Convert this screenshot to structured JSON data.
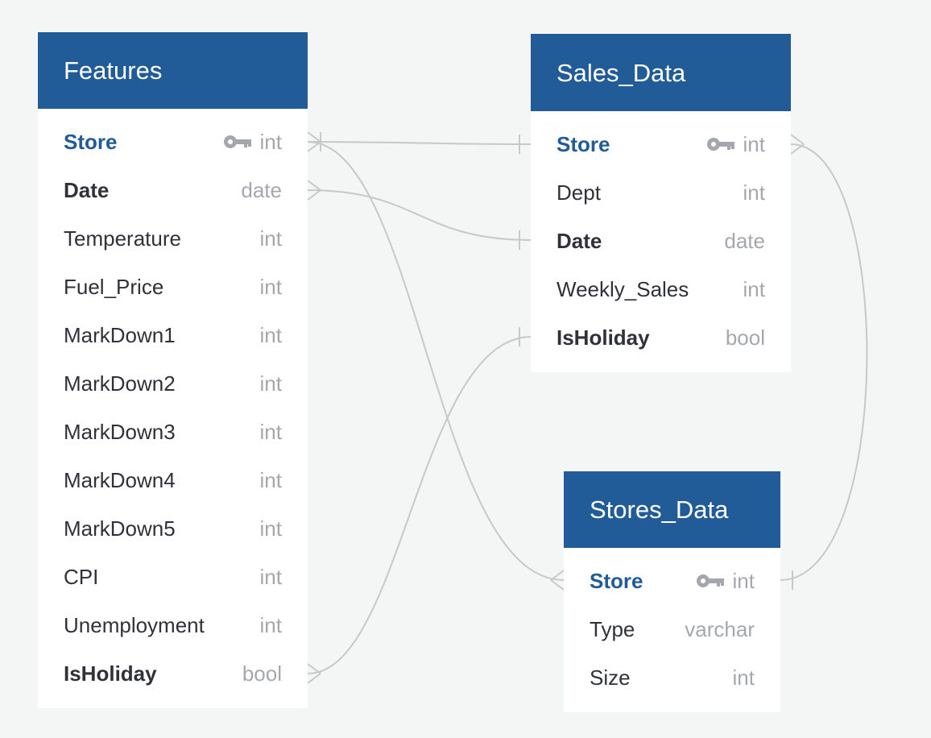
{
  "tables": {
    "features": {
      "title": "Features",
      "columns": [
        {
          "name": "Store",
          "type": "int",
          "style": "pk",
          "icon": "key-icon"
        },
        {
          "name": "Date",
          "type": "date",
          "style": "bold"
        },
        {
          "name": "Temperature",
          "type": "int",
          "style": "normal"
        },
        {
          "name": "Fuel_Price",
          "type": "int",
          "style": "normal"
        },
        {
          "name": "MarkDown1",
          "type": "int",
          "style": "normal"
        },
        {
          "name": "MarkDown2",
          "type": "int",
          "style": "normal"
        },
        {
          "name": "MarkDown3",
          "type": "int",
          "style": "normal"
        },
        {
          "name": "MarkDown4",
          "type": "int",
          "style": "normal"
        },
        {
          "name": "MarkDown5",
          "type": "int",
          "style": "normal"
        },
        {
          "name": "CPI",
          "type": "int",
          "style": "normal"
        },
        {
          "name": "Unemployment",
          "type": "int",
          "style": "normal"
        },
        {
          "name": "IsHoliday",
          "type": "bool",
          "style": "bold"
        }
      ]
    },
    "sales_data": {
      "title": "Sales_Data",
      "columns": [
        {
          "name": "Store",
          "type": "int",
          "style": "pk",
          "icon": "key-icon"
        },
        {
          "name": "Dept",
          "type": "int",
          "style": "normal"
        },
        {
          "name": "Date",
          "type": "date",
          "style": "bold"
        },
        {
          "name": "Weekly_Sales",
          "type": "int",
          "style": "normal"
        },
        {
          "name": "IsHoliday",
          "type": "bool",
          "style": "bold"
        }
      ]
    },
    "stores_data": {
      "title": "Stores_Data",
      "columns": [
        {
          "name": "Store",
          "type": "int",
          "style": "pk",
          "icon": "key-icon"
        },
        {
          "name": "Type",
          "type": "varchar",
          "style": "normal"
        },
        {
          "name": "Size",
          "type": "int",
          "style": "normal"
        }
      ]
    }
  },
  "relationships": [
    {
      "from": "Features.Store",
      "from_end": "many",
      "to": "Sales_Data.Store",
      "to_end": "one"
    },
    {
      "from": "Features.Date",
      "from_end": "many",
      "to": "Sales_Data.Date",
      "to_end": "one"
    },
    {
      "from": "Features.IsHoliday",
      "from_end": "many",
      "to": "Sales_Data.IsHoliday",
      "to_end": "one"
    },
    {
      "from": "Features.Store",
      "from_end": "many",
      "to": "Stores_Data.Store",
      "to_end": "many"
    },
    {
      "from": "Sales_Data.Store",
      "from_end": "many",
      "to": "Stores_Data.Store",
      "to_end": "one"
    }
  ],
  "colors": {
    "background": "#f4f5f5",
    "header": "#215b98",
    "primary_key_text": "#215b98",
    "type_text": "#a4a8ae",
    "connector": "#c8c8c8"
  }
}
